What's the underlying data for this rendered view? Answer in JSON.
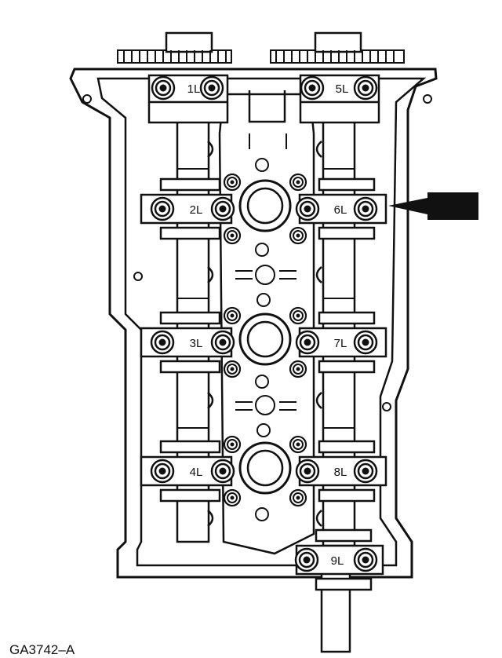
{
  "figure_code": "GA3742–A",
  "caps": [
    {
      "label": "1L"
    },
    {
      "label": "5L"
    },
    {
      "label": "2L"
    },
    {
      "label": "6L"
    },
    {
      "label": "3L"
    },
    {
      "label": "7L"
    },
    {
      "label": "4L"
    },
    {
      "label": "8L"
    },
    {
      "label": "9L"
    }
  ],
  "colors": {
    "ink": "#111111",
    "paper": "#ffffff"
  },
  "icons": {
    "arrow": "left-pointing-arrow-icon",
    "bolt": "bolt-icon"
  }
}
